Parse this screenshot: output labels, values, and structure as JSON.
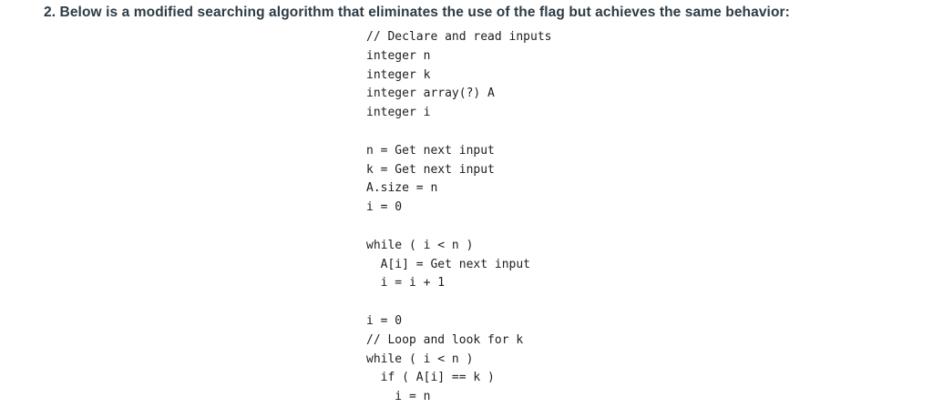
{
  "question": {
    "text": "2. Below is a modified searching algorithm that eliminates the use of the flag but achieves the same behavior:"
  },
  "code_lines": [
    "// Declare and read inputs",
    "integer n",
    "integer k",
    "integer array(?) A",
    "integer i",
    "",
    "n = Get next input",
    "k = Get next input",
    "A.size = n",
    "i = 0",
    "",
    "while ( i < n )",
    "  A[i] = Get next input",
    "  i = i + 1",
    "",
    "i = 0",
    "// Loop and look for k",
    "while ( i < n )",
    "  if ( A[i] == k )",
    "    i = n"
  ]
}
